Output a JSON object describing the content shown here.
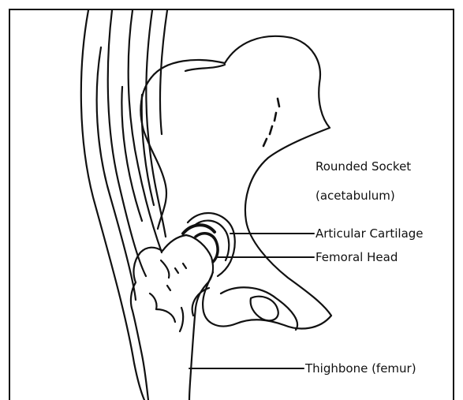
{
  "labels": {
    "socket": "Rounded Socket",
    "socket_latin": "(acetabulum)",
    "cartilage": "Articular Cartilage",
    "femoral_head": "Femoral Head",
    "thighbone": "Thighbone (femur)"
  },
  "colors": {
    "line": "#111111",
    "background": "#ffffff"
  }
}
